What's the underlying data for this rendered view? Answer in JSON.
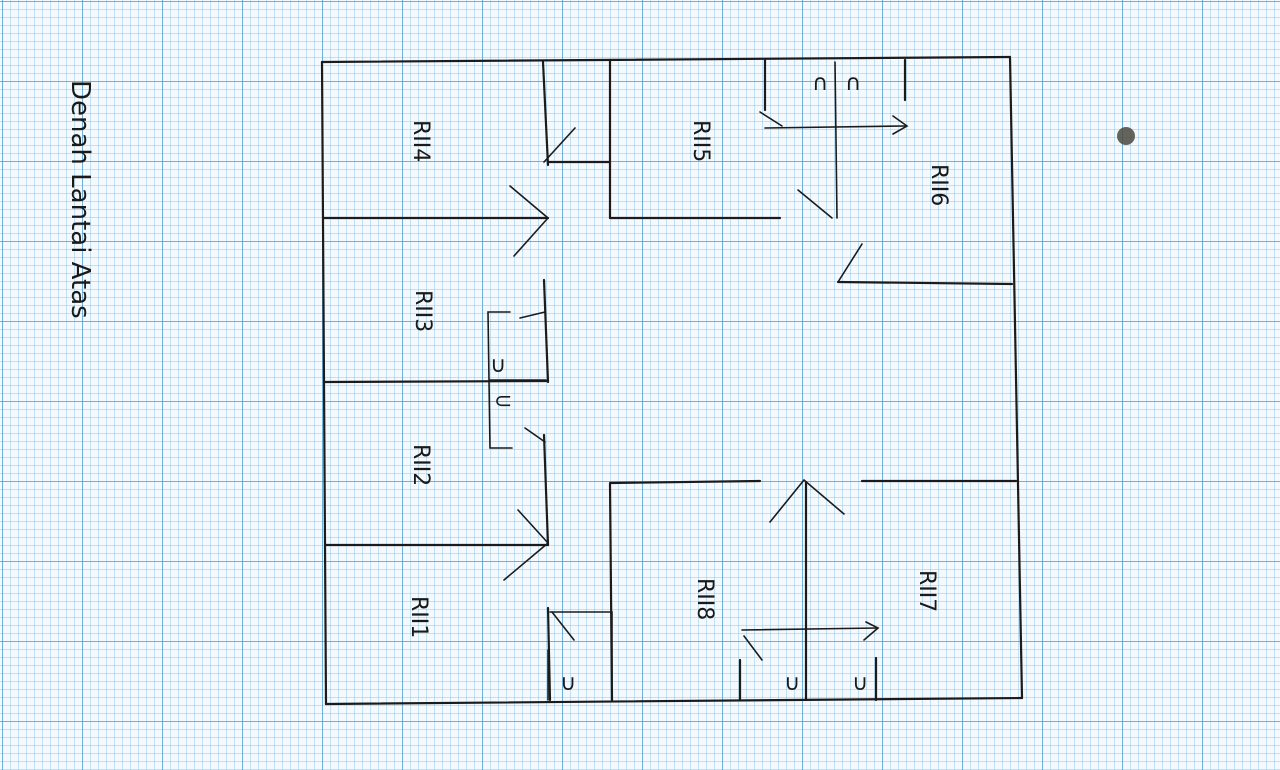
{
  "title": "Denah Lantai Atas",
  "rooms": [
    {
      "label": "RII4"
    },
    {
      "label": "RII3"
    },
    {
      "label": "RII2"
    },
    {
      "label": "RII1"
    },
    {
      "label": "RII5"
    },
    {
      "label": "RII6"
    },
    {
      "label": "RII8"
    },
    {
      "label": "RII7"
    }
  ],
  "door_marks": [
    {
      "label": "∩"
    },
    {
      "label": "∩"
    },
    {
      "label": "∪"
    },
    {
      "label": "⊂"
    },
    {
      "label": "∪"
    },
    {
      "label": "∪"
    },
    {
      "label": "∪"
    }
  ],
  "colors": {
    "paper": "#f4f9fd",
    "grid": "#288ccd",
    "ink": "#1b1b1b"
  }
}
